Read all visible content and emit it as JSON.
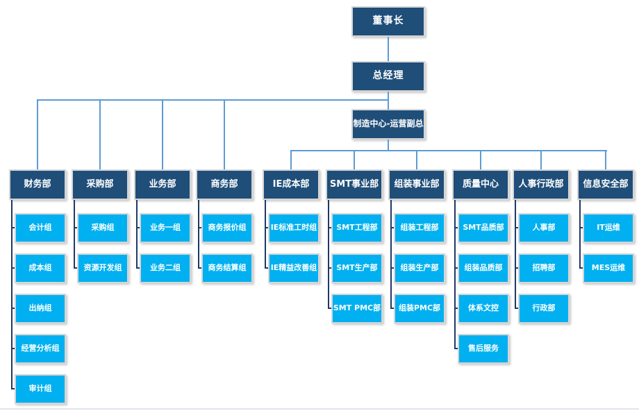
{
  "diagram": {
    "type": "org-chart",
    "chairman": "董事长",
    "general_manager": "总经理",
    "vice_president": "制造中心-运营副总",
    "departments": [
      {
        "label": "财务部",
        "children": [
          "会计组",
          "成本组",
          "出纳组",
          "经营分析组",
          "审计组"
        ]
      },
      {
        "label": "采购部",
        "children": [
          "采购组",
          "资源开发组"
        ]
      },
      {
        "label": "业务部",
        "children": [
          "业务一组",
          "业务二组"
        ]
      },
      {
        "label": "商务部",
        "children": [
          "商务报价组",
          "商务结算组"
        ]
      },
      {
        "label": "IE成本部",
        "children": [
          "IE标准工时组",
          "IE精益改善组"
        ]
      },
      {
        "label": "SMT事业部",
        "children": [
          "SMT工程部",
          "SMT生产部",
          "SMT PMC部"
        ]
      },
      {
        "label": "组装事业部",
        "children": [
          "组装工程部",
          "组装生产部",
          "组装PMC部"
        ]
      },
      {
        "label": "质量中心",
        "children": [
          "SMT品质部",
          "组装品质部",
          "体系文控",
          "售后服务"
        ]
      },
      {
        "label": "人事行政部",
        "children": [
          "人事部",
          "招聘部",
          "行政部"
        ]
      },
      {
        "label": "信息安全部",
        "children": [
          "IT运维",
          "MES运维"
        ]
      }
    ],
    "colors": {
      "executive_box": "#1F4E79",
      "group_box": "#00B0F0",
      "tree_line": "#5B9BD5",
      "branch_line": "#1F3864",
      "box_border": "#D6D6D6",
      "text": "#FFFFFF"
    }
  }
}
